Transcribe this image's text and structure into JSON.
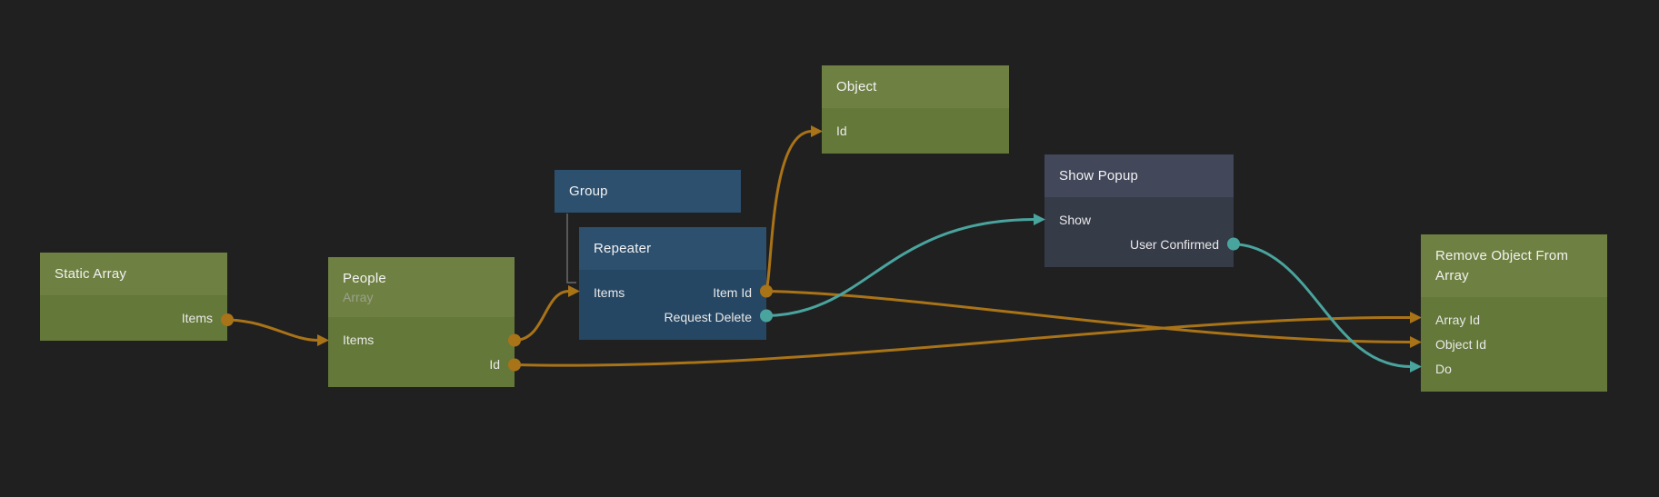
{
  "colors": {
    "background": "#202020",
    "node_green_header": "#6f8142",
    "node_green_body": "#647839",
    "node_blue_header": "#2d506f",
    "node_blue_body": "#264763",
    "node_dark_header": "#42475a",
    "node_dark_body": "#363b48",
    "wire_orange": "#a97318",
    "wire_teal": "#4aa49e",
    "group_connector": "#6a6a6a",
    "title_text": "#f2f2f2",
    "subtitle_text": "#9aa18b",
    "port_text": "#e9e9e9"
  },
  "nodes": [
    {
      "title": "Static Array",
      "type": "green",
      "rows": [
        {
          "left": "",
          "right": "Items"
        }
      ]
    },
    {
      "title": "People",
      "subtitle": "Array",
      "type": "green",
      "rows": [
        {
          "left": "Items",
          "right": ""
        },
        {
          "left": "",
          "right": "Id"
        }
      ]
    },
    {
      "title": "Group",
      "type": "blue",
      "rows": []
    },
    {
      "title": "Repeater",
      "type": "blue",
      "rows": [
        {
          "left": "Items",
          "right": "Item Id"
        },
        {
          "left": "",
          "right": "Request Delete"
        }
      ]
    },
    {
      "title": "Object",
      "type": "green",
      "rows": [
        {
          "left": "Id",
          "right": ""
        }
      ]
    },
    {
      "title": "Show Popup",
      "type": "dark",
      "rows": [
        {
          "left": "Show",
          "right": ""
        },
        {
          "left": "",
          "right": "User Confirmed"
        }
      ]
    },
    {
      "title": "Remove Object From Array",
      "type": "green",
      "rows": [
        {
          "left": "Array Id",
          "right": ""
        },
        {
          "left": "Object Id",
          "right": ""
        },
        {
          "left": "Do",
          "right": ""
        }
      ]
    }
  ],
  "connections": [
    {
      "from": "Static Array.Items",
      "to": "People.Items",
      "color": "orange"
    },
    {
      "from": "People.Items",
      "to": "Repeater.Items",
      "color": "orange"
    },
    {
      "from": "People.Id",
      "to": "Remove Object From Array.Array Id",
      "color": "orange"
    },
    {
      "from": "Repeater.Item Id",
      "to": "Object.Id",
      "color": "orange"
    },
    {
      "from": "Repeater.Item Id",
      "to": "Remove Object From Array.Object Id",
      "color": "orange"
    },
    {
      "from": "Repeater.Request Delete",
      "to": "Show Popup.Show",
      "color": "teal"
    },
    {
      "from": "Show Popup.User Confirmed",
      "to": "Remove Object From Array.Do",
      "color": "teal"
    },
    {
      "from": "Group",
      "to": "Repeater",
      "relation": "parent-child",
      "color": "gray"
    }
  ]
}
